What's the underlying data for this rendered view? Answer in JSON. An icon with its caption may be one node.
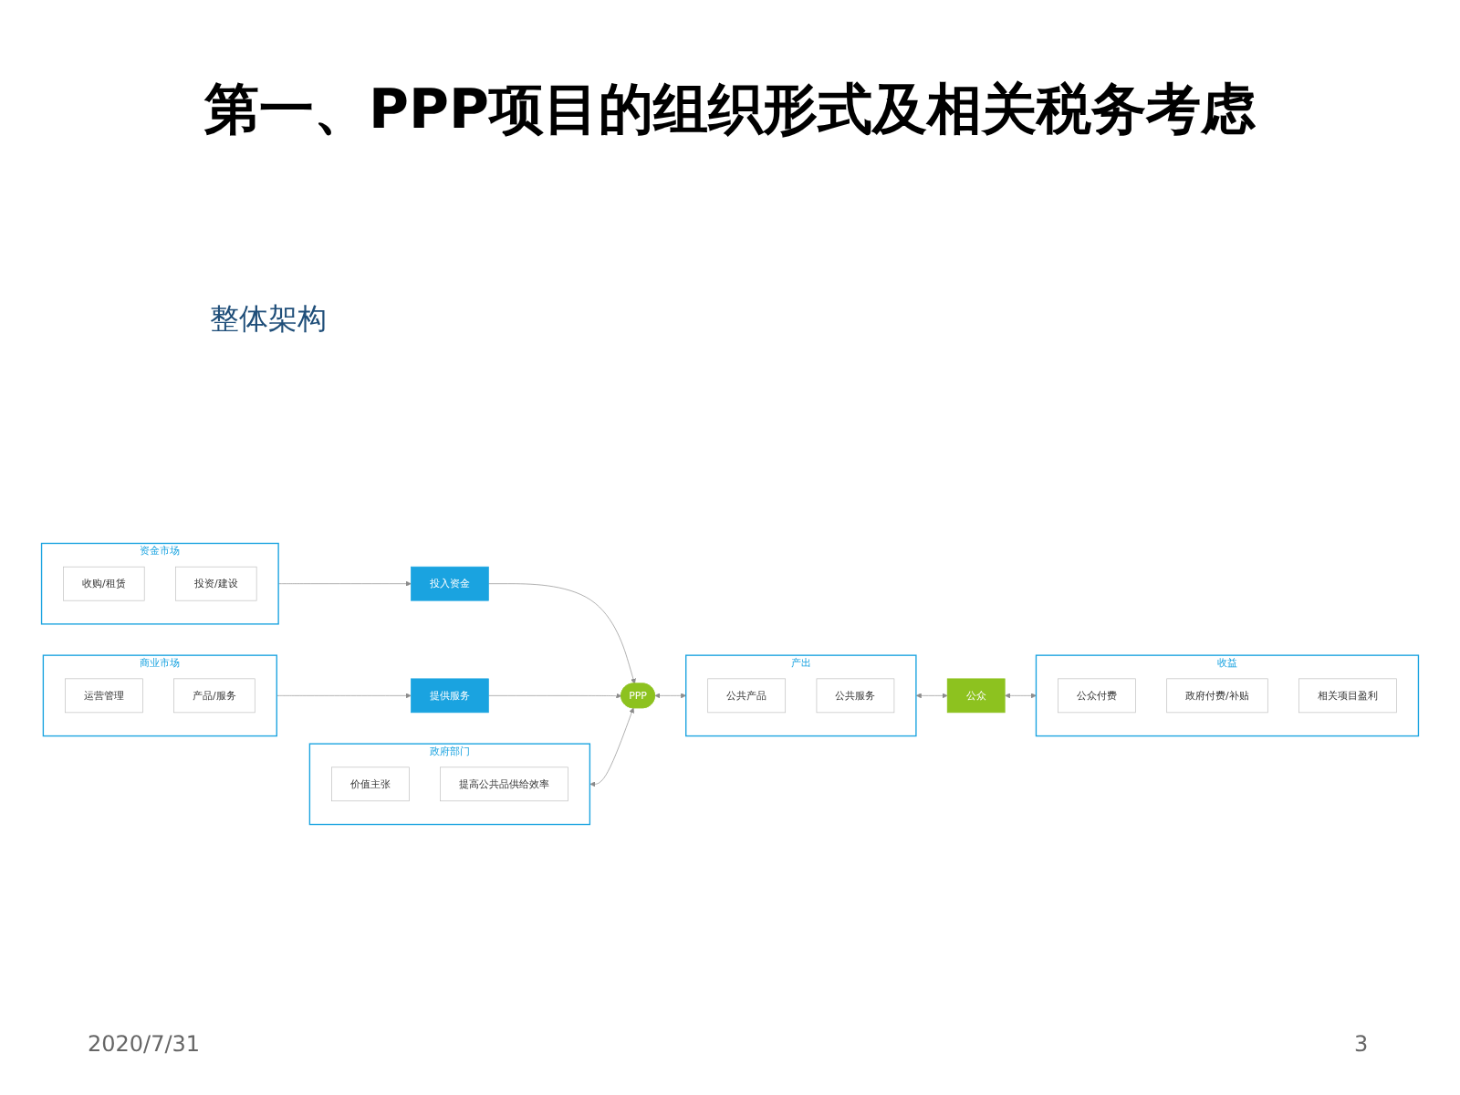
{
  "diagram": {
    "title": "第一、PPP项目的组织形式及相关税务考虑",
    "nodes": [
      {
        "text": [
          "资金市场"
        ]
      },
      {
        "text": [
          "收购/租赁"
        ],
        "in": 0
      },
      {
        "text": [
          "投资/建设"
        ],
        "in": 0
      },
      {
        "text": [
          "投入资金"
        ]
      },
      {
        "text": [
          "政府部门"
        ]
      },
      {
        "text": [
          "价值主张"
        ],
        "in": 4
      },
      {
        "text": [
          "提高公共品供给效率"
        ],
        "in": 4
      },
      {
        "text": [
          "PPP"
        ]
      },
      {
        "text": [
          "产出"
        ]
      },
      {
        "text": [
          "公共产品"
        ],
        "in": 8
      },
      {
        "text": [
          "公共服务"
        ],
        "in": 8
      },
      {
        "text": [
          "公众"
        ]
      },
      {
        "text": [
          "收益"
        ]
      },
      {
        "text": [
          "公众付费"
        ],
        "in": 12
      },
      {
        "text": [
          "政府付费/补贴"
        ],
        "in": 12
      },
      {
        "text": [
          "相关项目盈利"
        ],
        "in": 12
      },
      {
        "text": [
          "提供服务"
        ]
      },
      {
        "text": [
          "商业市场"
        ]
      },
      {
        "text": [
          "运营管理"
        ],
        "in": 17
      },
      {
        "text": [
          "产品/服务"
        ],
        "in": 17
      }
    ],
    "edges": [
      {
        "from": 0,
        "to": 3,
        "arrow": "to"
      },
      {
        "from": 3,
        "to": 7,
        "arrow": "to"
      },
      {
        "from": 4,
        "to": 7,
        "arrow": "both"
      },
      {
        "from": 7,
        "to": 8,
        "arrow": "both"
      },
      {
        "from": 8,
        "to": 11,
        "arrow": "both"
      },
      {
        "from": 11,
        "to": 12,
        "arrow": "both"
      },
      {
        "from": 16,
        "to": 7,
        "arrow": "to"
      },
      {
        "from": 17,
        "to": 16,
        "arrow": "to"
      }
    ],
    "labels": [
      "整体架构",
      "2020/7/31",
      "3"
    ]
  }
}
